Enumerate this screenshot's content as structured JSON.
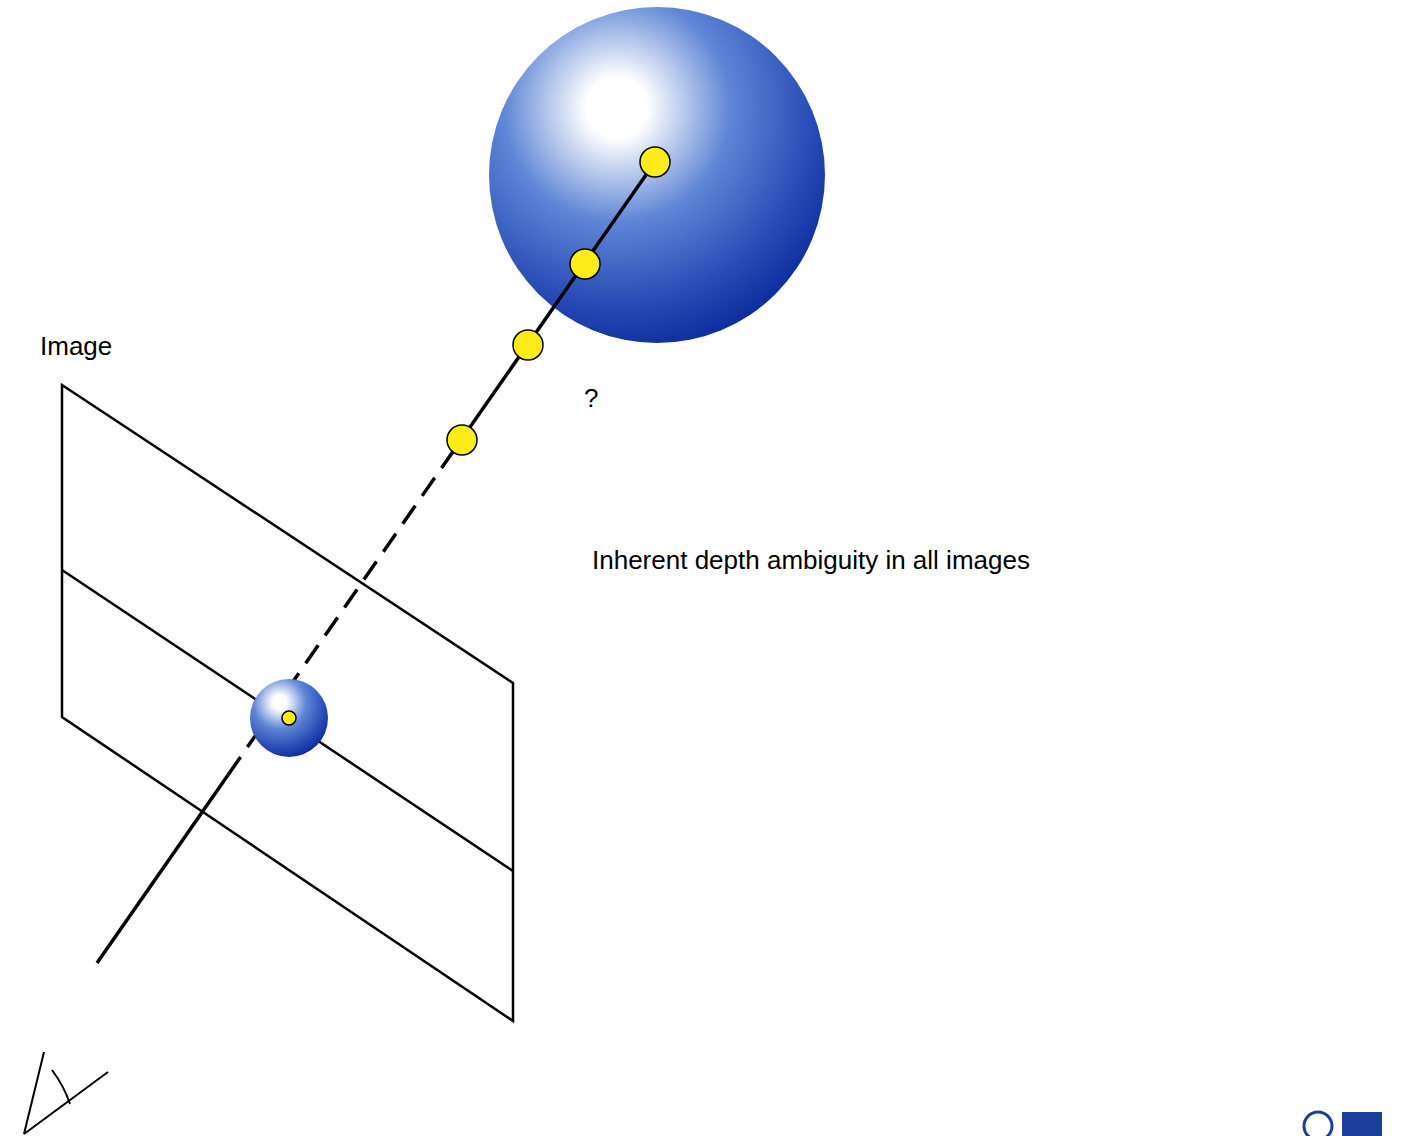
{
  "diagram": {
    "labels": [
      "Image",
      "?",
      "Inherent depth ambiguity in all images"
    ]
  }
}
